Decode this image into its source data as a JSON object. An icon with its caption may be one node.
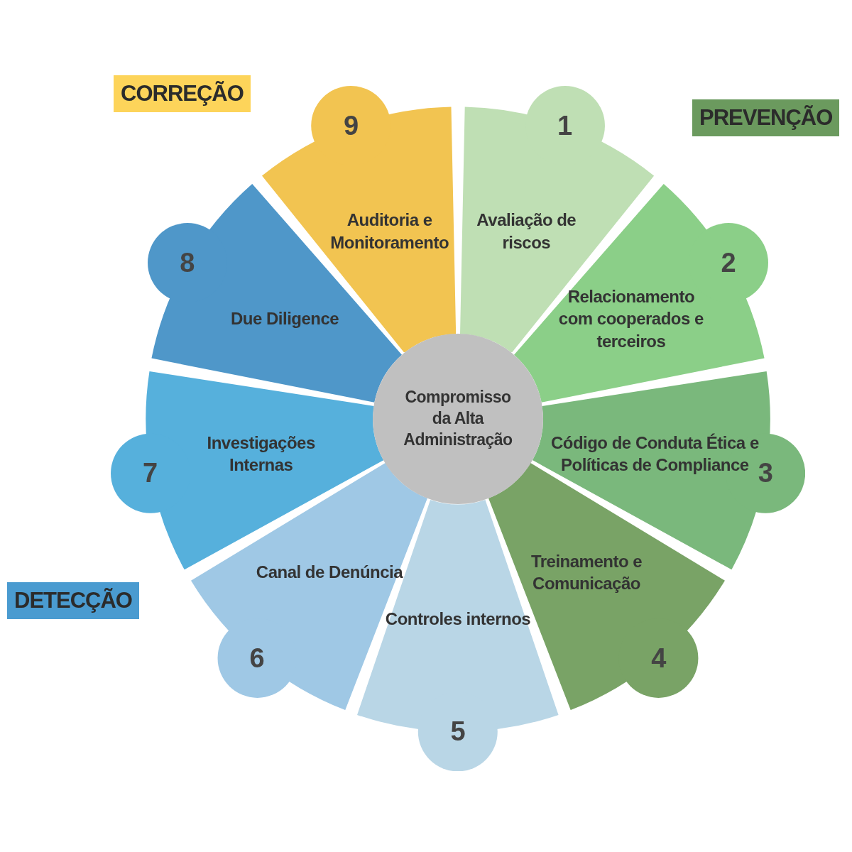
{
  "diagram": {
    "nodes": [
      {
        "text": [
          "CORREÇÃO"
        ]
      },
      {
        "text": [
          "PREVENÇÃO"
        ]
      },
      {
        "text": [
          "DETECÇÃO"
        ]
      },
      {
        "text": [
          "1",
          "Avaliação de riscos"
        ]
      },
      {
        "text": [
          "2",
          "Relacionamento com cooperados e terceiros"
        ]
      },
      {
        "text": [
          "Código de Conduta Ética e Políticas de Compliance",
          "3"
        ]
      },
      {
        "text": [
          "Treinamento e Comunicação",
          "4"
        ]
      },
      {
        "text": [
          "Controles internos",
          "5"
        ]
      },
      {
        "text": [
          "Canal de Denúncia",
          "6"
        ]
      },
      {
        "text": [
          "Investigações Internas",
          "7"
        ]
      },
      {
        "text": [
          "8",
          "Due Diligence"
        ]
      },
      {
        "text": [
          "9",
          "Auditoria e Monitoramento"
        ]
      },
      {
        "text": [
          "Compromisso da Alta Administração"
        ]
      }
    ]
  }
}
